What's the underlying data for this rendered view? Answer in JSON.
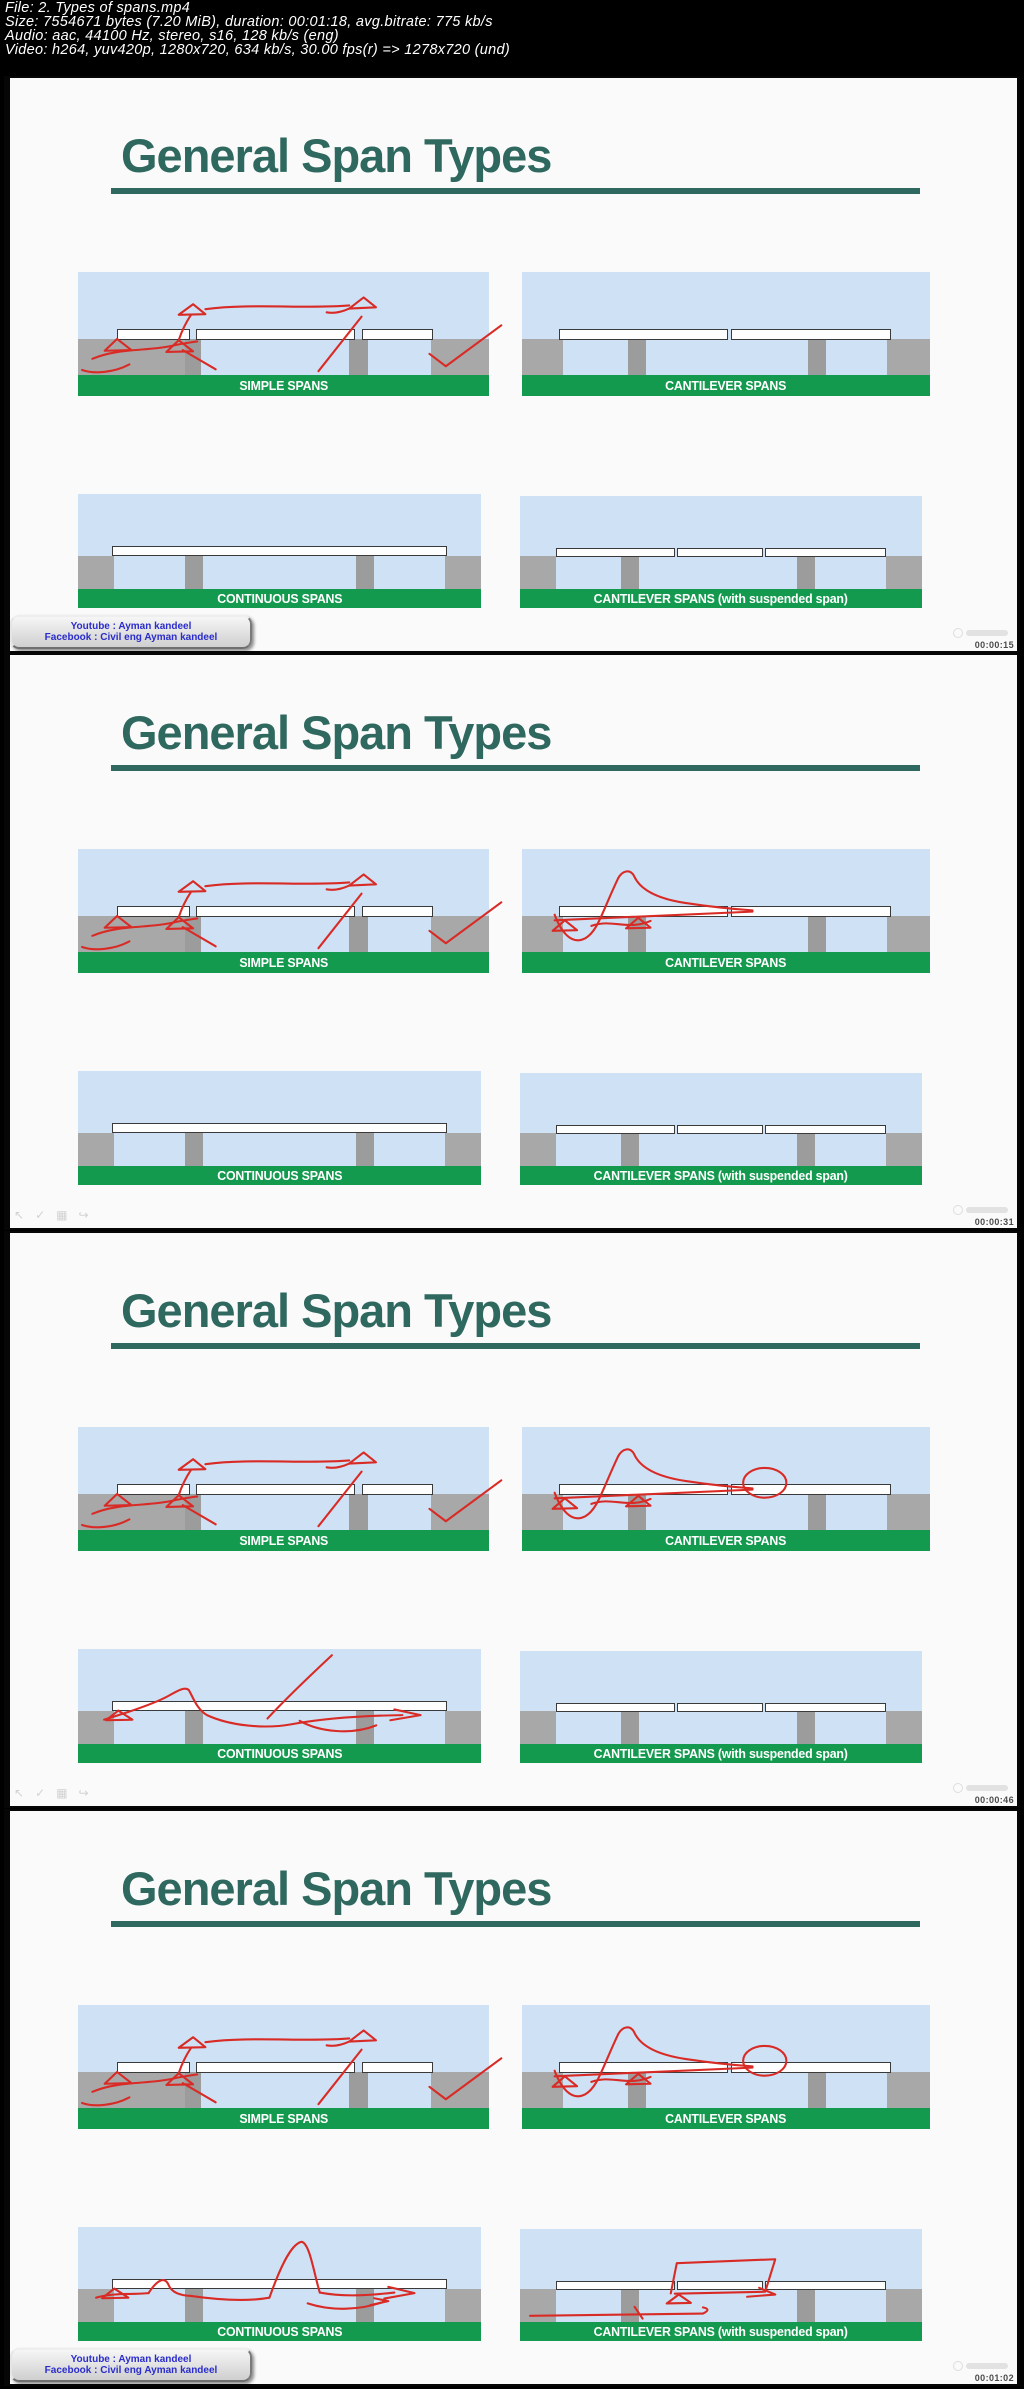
{
  "media_info": {
    "file": "File: 2. Types of spans.mp4",
    "size": "Size: 7554671 bytes (7.20 MiB), duration: 00:01:18, avg.bitrate: 775 kb/s",
    "audio": "Audio: aac, 44100 Hz, stereo, s16, 128 kb/s (eng)",
    "video": "Video: h264, yuv420p, 1280x720, 634 kb/s, 30.00 fps(r) => 1278x720 (und)"
  },
  "slide": {
    "title": "General Span Types",
    "labels": {
      "simple": "SIMPLE SPANS",
      "cantilever": "CANTILEVER SPANS",
      "continuous": "CONTINUOUS SPANS",
      "cantilever_suspended": "CANTILEVER SPANS (with suspended span)"
    }
  },
  "badge": {
    "youtube": "Youtube : Ayman kandeel",
    "facebook": "Facebook : Civil eng Ayman kandeel"
  },
  "frames": [
    {
      "timestamp": "00:00:15"
    },
    {
      "timestamp": "00:00:31"
    },
    {
      "timestamp": "00:00:46"
    },
    {
      "timestamp": "00:01:02"
    }
  ],
  "toolbar_icons": [
    {
      "name": "cursor",
      "glyph": "↖"
    },
    {
      "name": "check",
      "glyph": "✓"
    },
    {
      "name": "slides",
      "glyph": "▦"
    },
    {
      "name": "undo",
      "glyph": "↪"
    }
  ],
  "colors": {
    "title_teal": "#2e685e",
    "label_green": "#149a4f",
    "sky_blue": "#cfe2f5",
    "ground_gray": "#a8a8a8",
    "annotation_red": "#d92b26",
    "badge_text_blue": "#2a2ccc",
    "header_bg": "#000000"
  }
}
